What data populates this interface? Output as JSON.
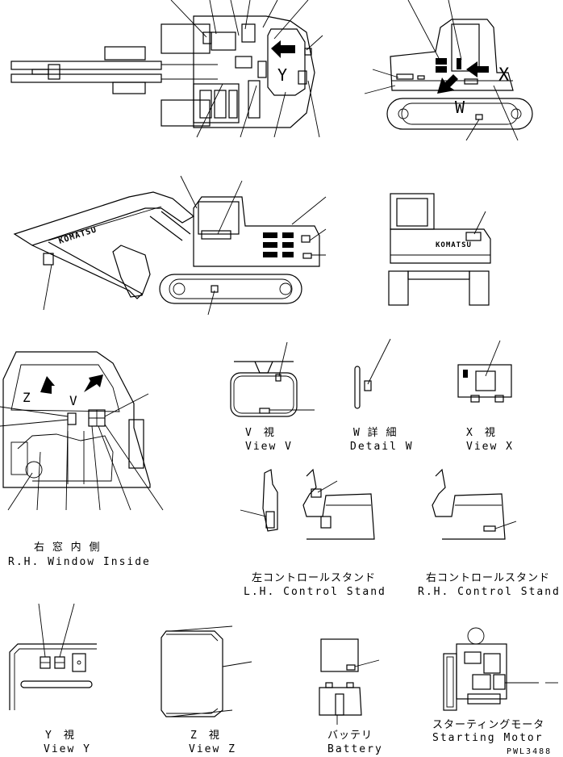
{
  "diagram": {
    "code": "PWL3488",
    "brand_marking": "KOMATSU",
    "view_letters": {
      "top_view_y": "Y",
      "rear_view_w": "W",
      "rear_view_x": "X",
      "cab_v": "V",
      "cab_z": "Z"
    },
    "captions": [
      {
        "jp": "V　視",
        "en": "View V"
      },
      {
        "jp": "W 詳 細",
        "en": "Detail W"
      },
      {
        "jp": "X　視",
        "en": "View X"
      },
      {
        "jp": "右 窓 内 側",
        "en": "R.H. Window Inside"
      },
      {
        "jp": "左コントロールスタンド",
        "en": "L.H. Control Stand"
      },
      {
        "jp": "右コントロールスタンド",
        "en": "R.H. Control Stand"
      },
      {
        "jp": "Y　視",
        "en": "View Y"
      },
      {
        "jp": "Z　視",
        "en": "View Z"
      },
      {
        "jp": "バッテリ",
        "en": "Battery"
      },
      {
        "jp": "スターティングモータ",
        "en": "Starting Motor"
      }
    ]
  },
  "colors": {
    "ink": "#000000",
    "paper": "#ffffff"
  }
}
